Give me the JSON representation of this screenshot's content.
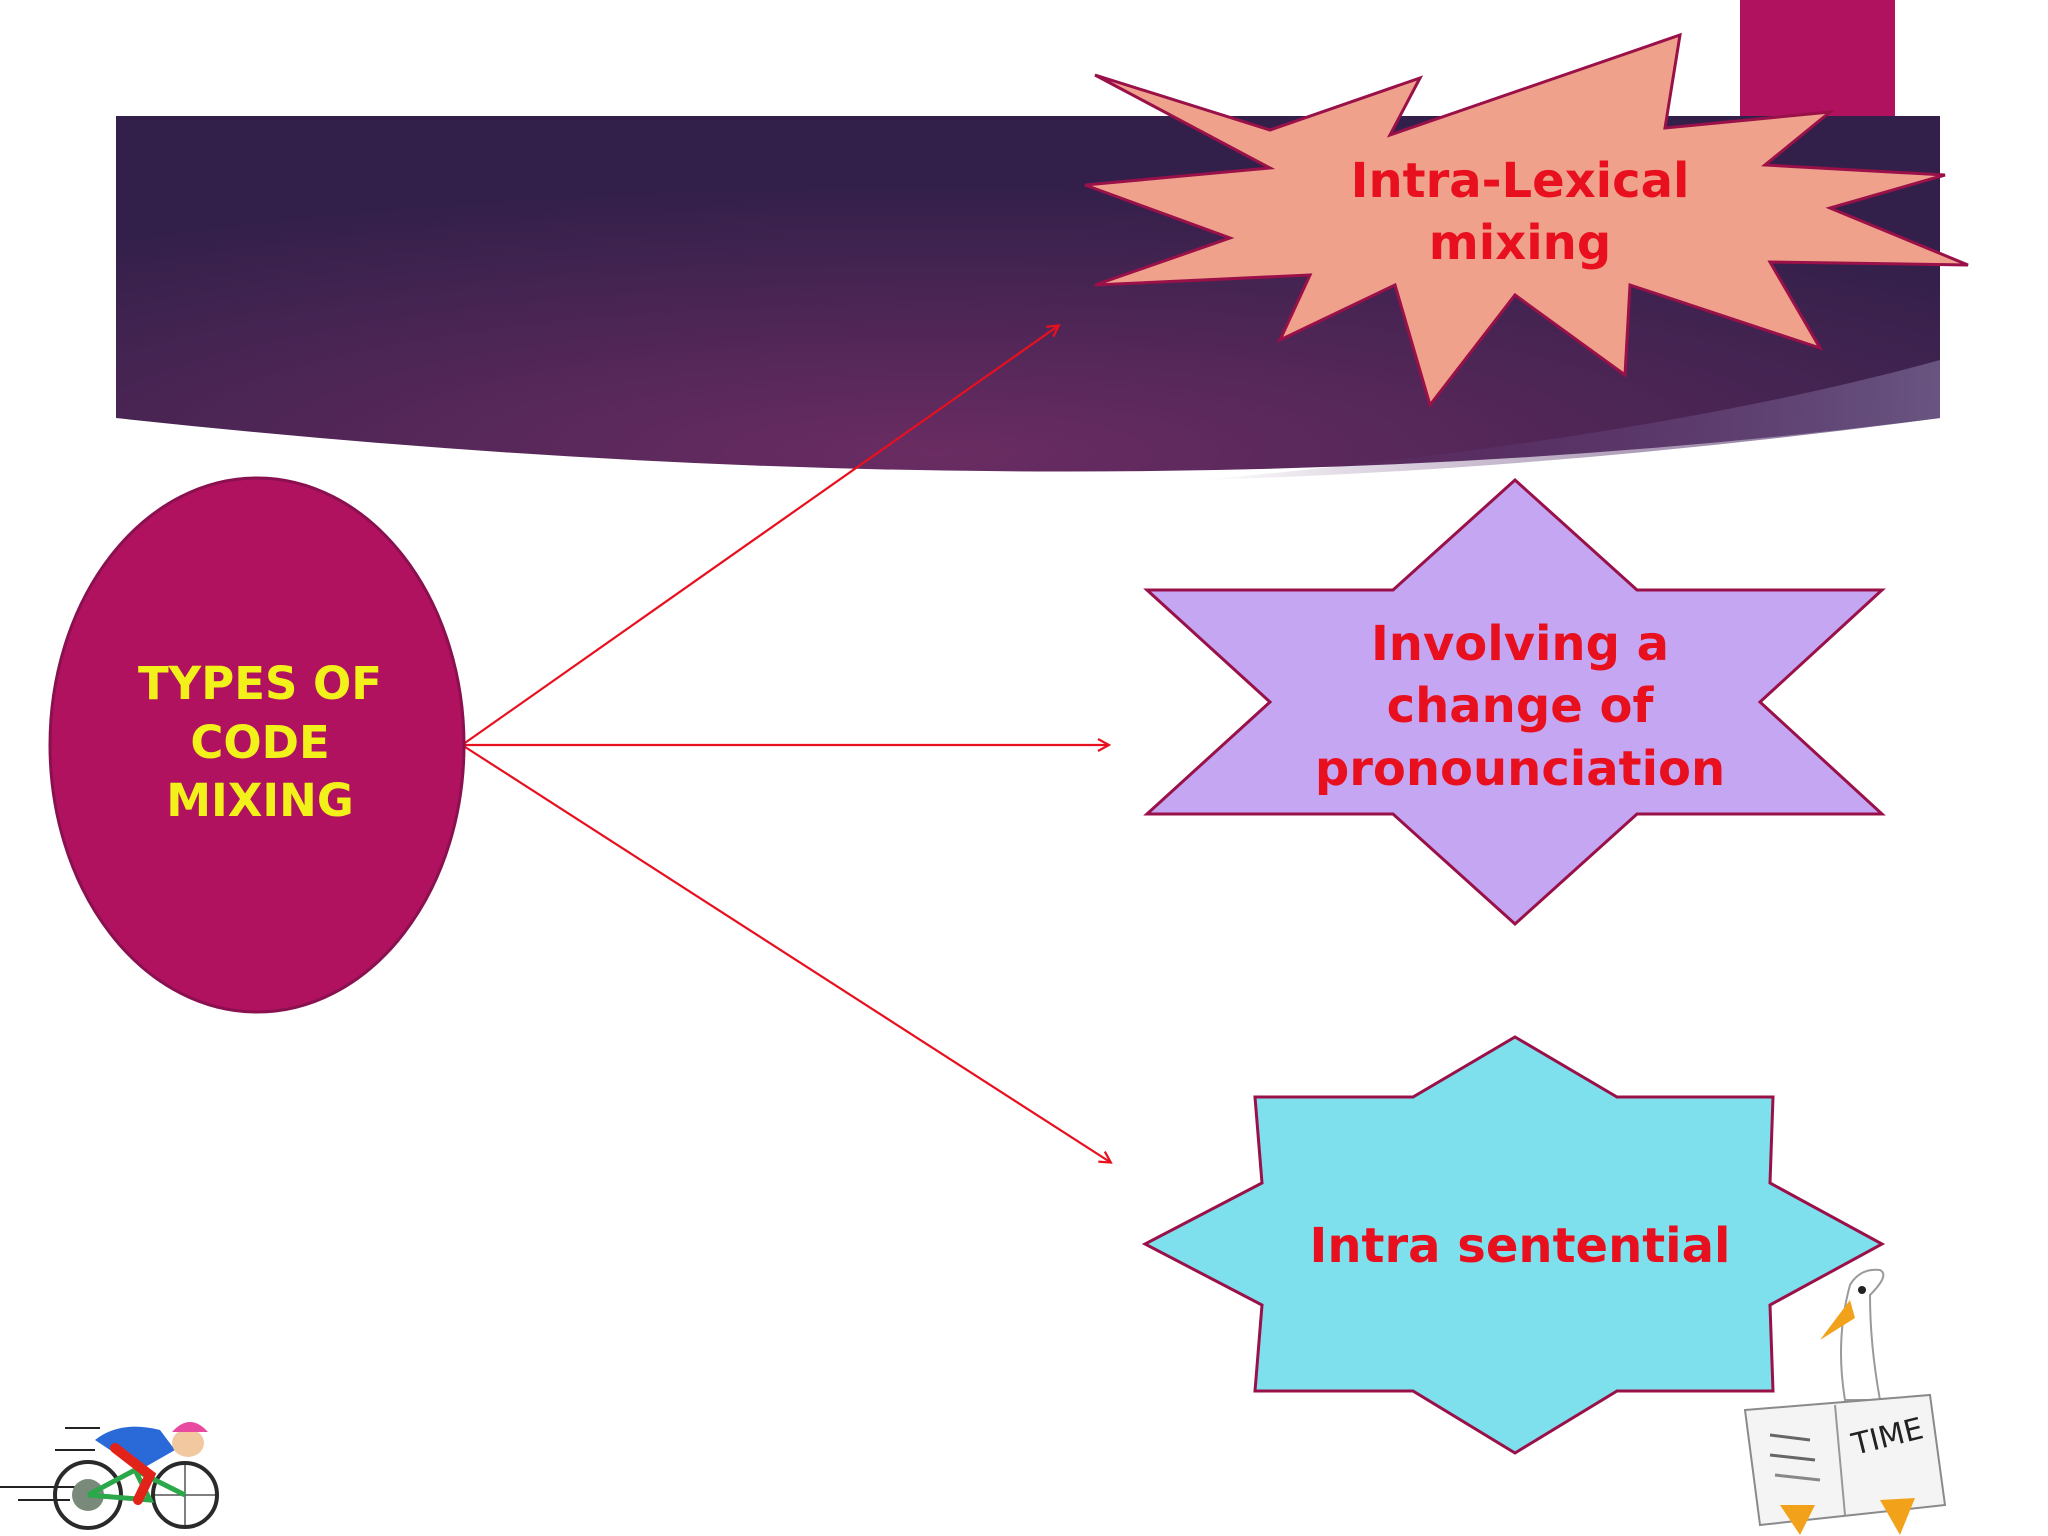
{
  "slide": {
    "center": {
      "lines": [
        "TYPES OF",
        "CODE",
        "MIXING"
      ]
    },
    "nodes": [
      {
        "id": "intra-lexical",
        "lines": [
          "Intra-Lexical",
          "mixing"
        ]
      },
      {
        "id": "pronunciation",
        "lines": [
          "Involving a",
          "change of",
          "pronounciation"
        ]
      },
      {
        "id": "intra-sentential",
        "lines": [
          "Intra sentential"
        ]
      }
    ],
    "newspaper_word": "TIME"
  },
  "colors": {
    "banner_dark": "#33204a",
    "banner_mid": "#6a2c62",
    "accent_magenta": "#b0125f",
    "center_fill": "#b0125f",
    "center_text": "#f2f21a",
    "lexical_fill": "#f0a18c",
    "pron_fill": "#c4a6f2",
    "sent_fill": "#7ee0ec",
    "node_text": "#e8101e",
    "arrow": "#e8101e",
    "shape_outline": "#9a1048"
  },
  "icons": [
    "cyclist-clipart-icon",
    "goose-reading-newspaper-icon"
  ]
}
